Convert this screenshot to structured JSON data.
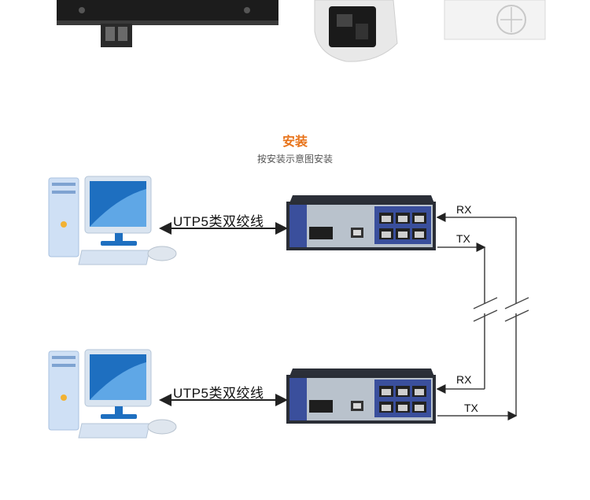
{
  "header": {
    "title": "安装",
    "subtitle": "按安装示意图安装"
  },
  "diagram": {
    "cable_label_top": "UTP5类双绞线",
    "cable_label_bottom": "UTP5类双绞线",
    "top_rx": "RX",
    "top_tx": "TX",
    "bottom_rx": "RX",
    "bottom_tx": "TX"
  },
  "colors": {
    "accent": "#e8731a",
    "switch_blue": "#3a4f9c",
    "switch_body": "#b9c2cc",
    "monitor_blue": "#1e6fc0"
  }
}
